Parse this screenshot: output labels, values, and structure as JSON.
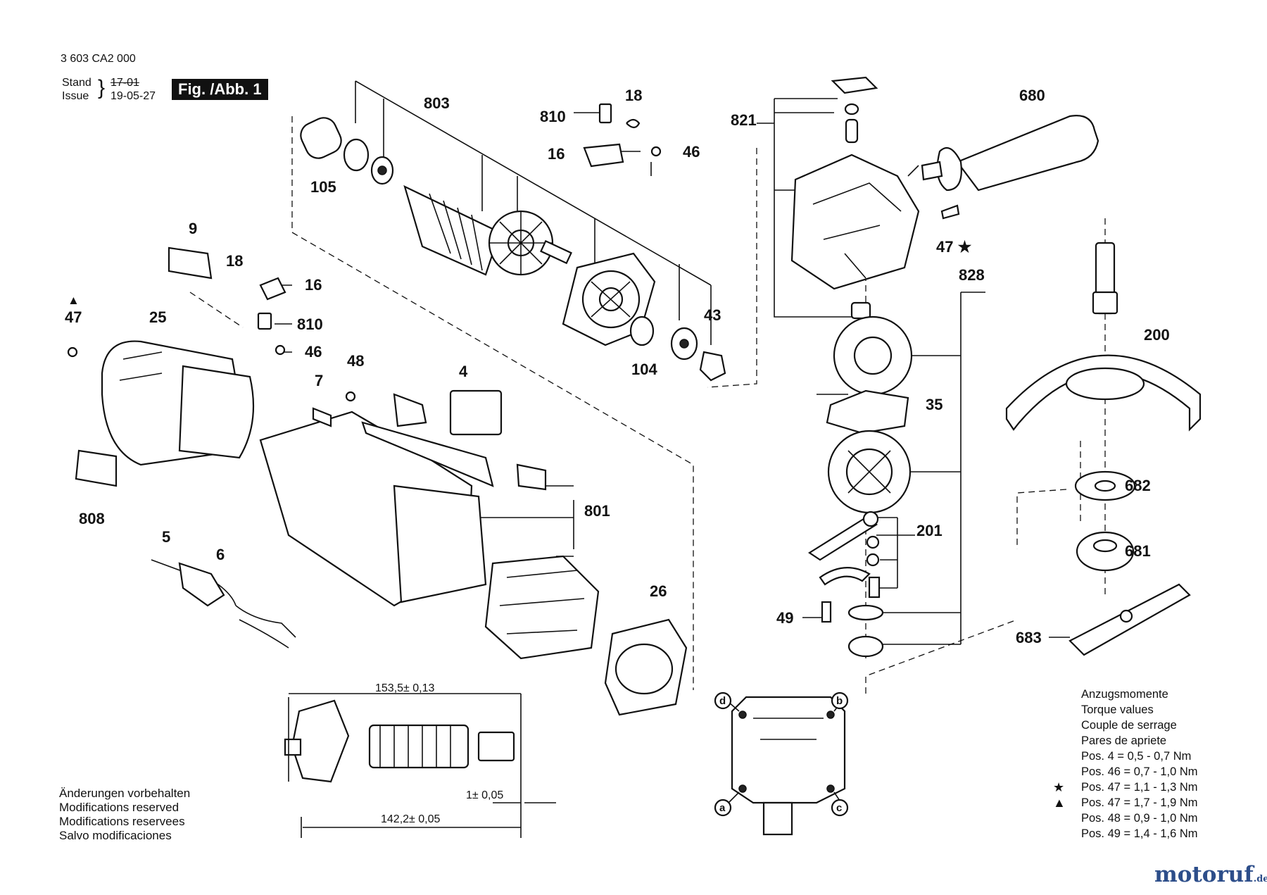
{
  "header": {
    "doc_number": "3 603 CA2 000",
    "stand_label": "Stand",
    "issue_label": "Issue",
    "stand_value": "17-01",
    "issue_value": "19-05-27",
    "figure_label": "Fig. /Abb. 1"
  },
  "part_labels": [
    "803",
    "810",
    "18",
    "16",
    "46",
    "821",
    "680",
    "105",
    "9",
    "18",
    "16",
    "810",
    "46",
    "47 ★",
    "828",
    "47",
    "25",
    "7",
    "48",
    "4",
    "43",
    "104",
    "200",
    "35",
    "682",
    "801",
    "201",
    "808",
    "5",
    "6",
    "681",
    "26",
    "49",
    "683"
  ],
  "dimensions": {
    "top": "153,5± 0,13",
    "mid": "1± 0,05",
    "bottom": "142,2± 0,05"
  },
  "orientation_letters": [
    "d",
    "b",
    "a",
    "c"
  ],
  "footer_notes": [
    "Änderungen vorbehalten",
    "Modifications reserved",
    "Modifications reservees",
    "Salvo modificaciones"
  ],
  "torque": {
    "titles": [
      "Anzugsmomente",
      "Torque values",
      "Couple de serrage",
      "Pares de apriete"
    ],
    "rows": [
      {
        "marker": "",
        "text": "Pos.   4 = 0,5 - 0,7 Nm"
      },
      {
        "marker": "",
        "text": "Pos. 46 = 0,7 - 1,0 Nm"
      },
      {
        "marker": "★",
        "text": "Pos. 47 = 1,1 - 1,3 Nm"
      },
      {
        "marker": "▲",
        "text": "Pos. 47 = 1,7 - 1,9 Nm"
      },
      {
        "marker": "",
        "text": "Pos. 48 = 0,9 - 1,0 Nm"
      },
      {
        "marker": "",
        "text": "Pos. 49 = 1,4 - 1,6 Nm"
      }
    ]
  },
  "marker_triangle": "▲",
  "watermark": {
    "main": "motoruf",
    "tld": ".de"
  }
}
